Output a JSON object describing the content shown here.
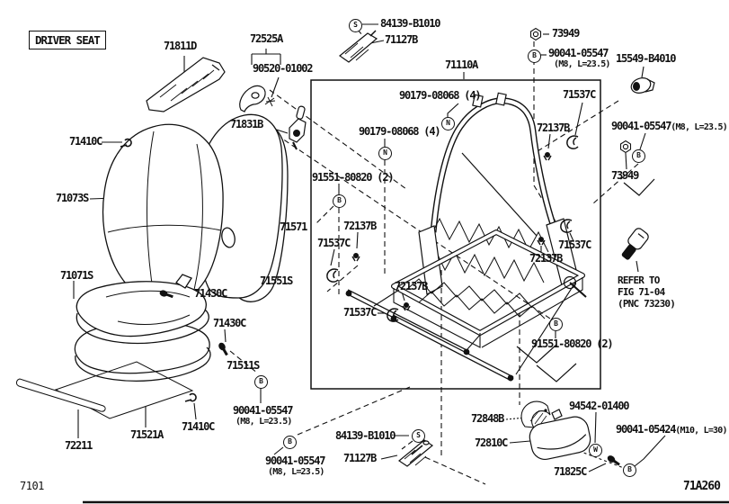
{
  "diagram": {
    "title": "DRIVER SEAT",
    "sheet_no": "7101",
    "figure_no": "71A260"
  },
  "markers": {
    "s": "S",
    "b": "B",
    "n": "N",
    "w": "W"
  },
  "parts": {
    "headrest_support": "71811D",
    "hanger_hook": "72525A",
    "screw_washer": "90520-01002",
    "screw_84139": "84139-B1010",
    "protector_71127": "71127B",
    "nut_73949": "73949",
    "bolt_05547": "90041-05547",
    "bolt_05547_spec": "(M8, L=23.5)",
    "anchor_15549": "15549-B4010",
    "frame_assy": "71110A",
    "bolt_90179": "90179-08068 (4)",
    "clip_71537": "71537C",
    "pin_72137": "72137B",
    "lock_71831": "71831B",
    "clip_71410": "71410C",
    "back_pad": "71073S",
    "washer_91551": "91551-80820 (2)",
    "back_cover": "71571",
    "back_board": "71551S",
    "cushion_cover_assy": "71071S",
    "bolt_71430": "71430C",
    "cushion_pad": "71511S",
    "wire_72211": "72211",
    "cushion_cover": "71521A",
    "recliner_cover": "72848B",
    "cushion_shield": "72810C",
    "washer_94542": "94542-01400",
    "bolt_05424": "90041-05424",
    "bolt_05424_spec": "(M10, L=30)",
    "bolt_71825": "71825C",
    "refer_1": "REFER TO",
    "refer_2": "FIG 71-04",
    "refer_3": "(PNC 73230)"
  }
}
